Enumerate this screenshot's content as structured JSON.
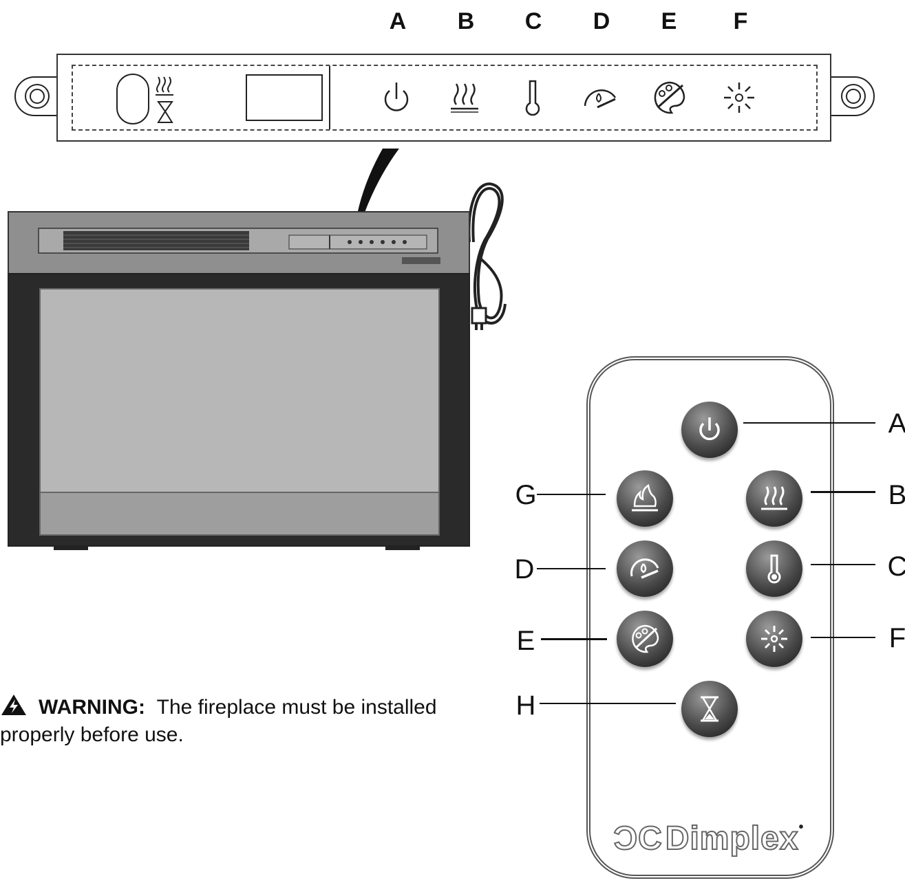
{
  "panel": {
    "letters": [
      "A",
      "B",
      "C",
      "D",
      "E",
      "F"
    ],
    "buttons": [
      {
        "letter": "A",
        "icon": "power-icon"
      },
      {
        "letter": "B",
        "icon": "heater-icon"
      },
      {
        "letter": "C",
        "icon": "thermometer-icon"
      },
      {
        "letter": "D",
        "icon": "flame-speed-icon"
      },
      {
        "letter": "E",
        "icon": "color-palette-icon"
      },
      {
        "letter": "F",
        "icon": "brightness-icon"
      }
    ]
  },
  "warning": {
    "title": "WARNING:",
    "text": "The fireplace must be installed properly before use."
  },
  "remote": {
    "brand": "Dimplex",
    "labels": {
      "A": "A",
      "B": "B",
      "C": "C",
      "D": "D",
      "E": "E",
      "F": "F",
      "G": "G",
      "H": "H"
    },
    "buttons": [
      {
        "letter": "A",
        "icon": "power-icon"
      },
      {
        "letter": "G",
        "icon": "flame-icon"
      },
      {
        "letter": "B",
        "icon": "heater-icon"
      },
      {
        "letter": "D",
        "icon": "flame-speed-icon"
      },
      {
        "letter": "C",
        "icon": "thermometer-icon"
      },
      {
        "letter": "E",
        "icon": "color-palette-icon"
      },
      {
        "letter": "F",
        "icon": "brightness-icon"
      },
      {
        "letter": "H",
        "icon": "timer-icon"
      }
    ]
  },
  "colors": {
    "cabinet_top": "#8f8f8f",
    "cabinet_frame": "#2a2a2a",
    "screen": "#b7b7b7",
    "button_dark": "#3a3a3a"
  }
}
